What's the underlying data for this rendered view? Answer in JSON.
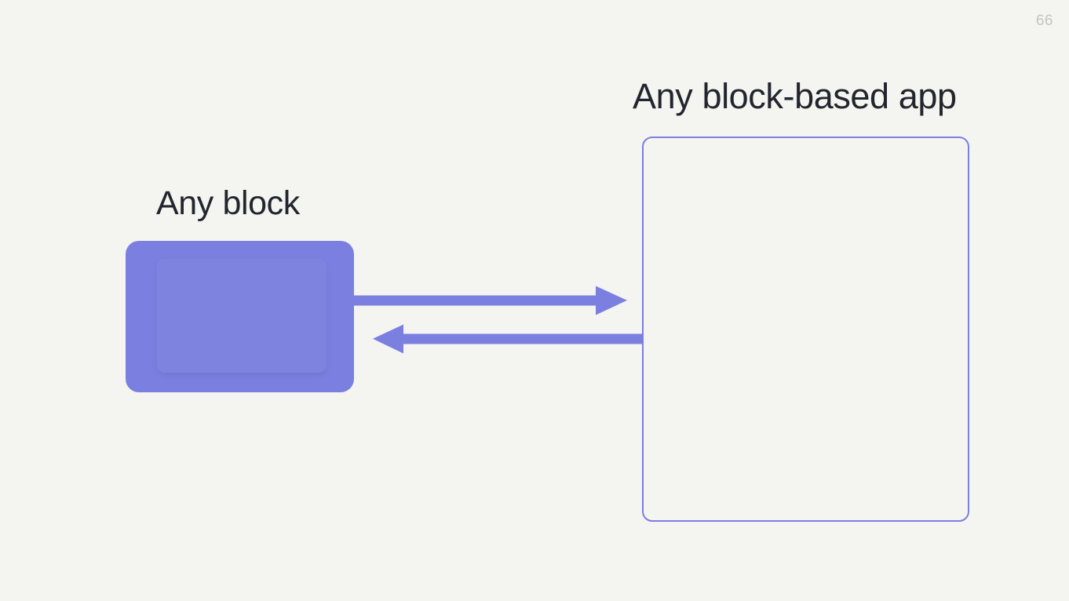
{
  "slide": {
    "page_number": "66",
    "background_color": "#f4f5f0",
    "accent_color": "#7b7fdf",
    "text_color": "#24242e",
    "page_number_color": "#c3c5bf"
  },
  "headings": {
    "app_title": "Any block-based app",
    "block_label": "Any block"
  },
  "shapes": {
    "filled_block": {
      "name": "Any block",
      "fill": "#7b7fdf",
      "style": "filled-rounded-rectangle"
    },
    "outlined_block": {
      "name": "Any block-based app",
      "stroke": "#7b7fdf",
      "style": "outlined-rounded-rectangle"
    }
  },
  "connectors": [
    {
      "id": "block-to-app",
      "direction": "right",
      "from": "Any block",
      "to": "Any block-based app",
      "color": "#7b7fdf"
    },
    {
      "id": "app-to-block",
      "direction": "left",
      "from": "Any block-based app",
      "to": "Any block",
      "color": "#7b7fdf"
    }
  ]
}
